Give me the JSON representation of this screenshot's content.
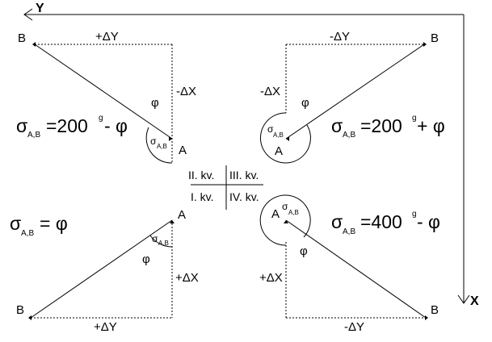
{
  "axes": {
    "y_label": "Y",
    "x_label": "X"
  },
  "quadrants": [
    {
      "id": "II",
      "dy_label": "+ΔY",
      "dx_label": "-ΔX",
      "point_a": "A",
      "point_b": "B",
      "phi": "φ",
      "sigma": "σ",
      "sigma_sub": "A,B",
      "formula_main": "=200",
      "formula_sup": "g",
      "formula_op": "- φ"
    },
    {
      "id": "III",
      "dy_label": "-ΔY",
      "dx_label": "-ΔX",
      "point_a": "A",
      "point_b": "B",
      "phi": "φ",
      "sigma": "σ",
      "sigma_sub": "A,B",
      "formula_main": "=200",
      "formula_sup": "g",
      "formula_op": "+ φ"
    },
    {
      "id": "I",
      "dy_label": "+ΔY",
      "dx_label": "+ΔX",
      "point_a": "A",
      "point_b": "B",
      "phi": "φ",
      "sigma": "σ",
      "sigma_sub": "A,B",
      "formula_main": "= φ",
      "formula_sup": "",
      "formula_op": ""
    },
    {
      "id": "IV",
      "dy_label": "-ΔY",
      "dx_label": "+ΔX",
      "point_a": "A",
      "point_b": "B",
      "phi": "φ",
      "sigma": "σ",
      "sigma_sub": "A,B",
      "formula_main": "=400",
      "formula_sup": "g",
      "formula_op": "- φ"
    }
  ],
  "center_labels": {
    "top_left": "II. kv.",
    "top_right": "III. kv.",
    "bottom_left": "I. kv.",
    "bottom_right": "IV. kv."
  }
}
